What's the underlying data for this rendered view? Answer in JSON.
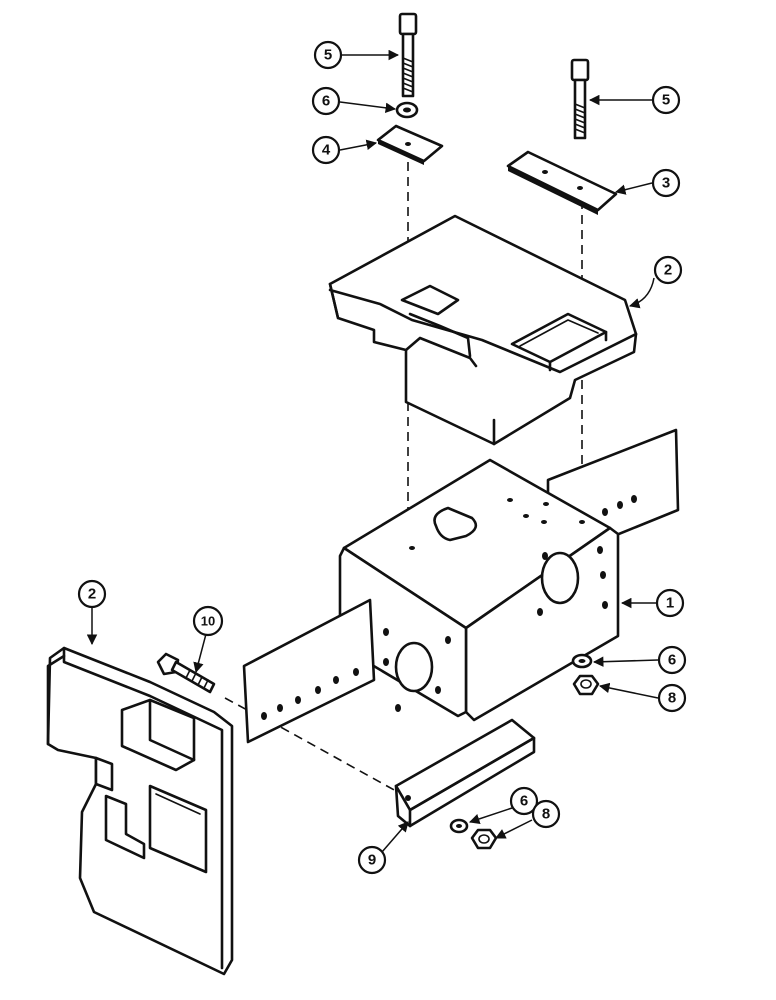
{
  "callouts": [
    {
      "id": "c5a",
      "label": "5"
    },
    {
      "id": "c6a",
      "label": "6"
    },
    {
      "id": "c4",
      "label": "4"
    },
    {
      "id": "c5b",
      "label": "5"
    },
    {
      "id": "c3",
      "label": "3"
    },
    {
      "id": "c2a",
      "label": "2"
    },
    {
      "id": "c1",
      "label": "1"
    },
    {
      "id": "c6b",
      "label": "6"
    },
    {
      "id": "c8a",
      "label": "8"
    },
    {
      "id": "c2b",
      "label": "2"
    },
    {
      "id": "c10",
      "label": "10"
    },
    {
      "id": "c6c",
      "label": "6"
    },
    {
      "id": "c8b",
      "label": "8"
    },
    {
      "id": "c9",
      "label": "9"
    }
  ]
}
